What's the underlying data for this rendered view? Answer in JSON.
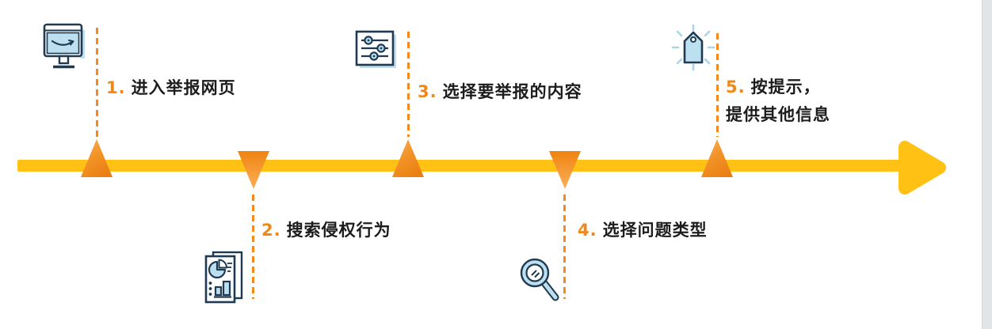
{
  "diagram": {
    "title": "reporting-process-timeline",
    "colors": {
      "timeline_yellow": "#FFC113",
      "marker_orange_light": "#FBB05C",
      "marker_orange_dark": "#E87A0E",
      "dash_orange": "#F5891D",
      "number_orange": "#F28718",
      "text_black": "#1C1C1C",
      "icon_navy": "#1F3A52",
      "icon_lightblue": "#BCE0EF",
      "ray_blue": "#A9D5E8",
      "edge_gray": "#E2E4E6"
    },
    "steps": [
      {
        "number": "1.",
        "label": "进入举报网页",
        "icon": "monitor-amazon-icon",
        "position": "above"
      },
      {
        "number": "2.",
        "label": "搜索侵权行为",
        "icon": "report-chart-icon",
        "position": "below"
      },
      {
        "number": "3.",
        "label": "选择要举报的内容",
        "icon": "sliders-icon",
        "position": "above"
      },
      {
        "number": "4.",
        "label": "选择问题类型",
        "icon": "magnifier-icon",
        "position": "below"
      },
      {
        "number": "5.",
        "label": "按提示，",
        "label_line2": "提供其他信息",
        "icon": "price-tag-icon",
        "position": "above"
      }
    ]
  }
}
